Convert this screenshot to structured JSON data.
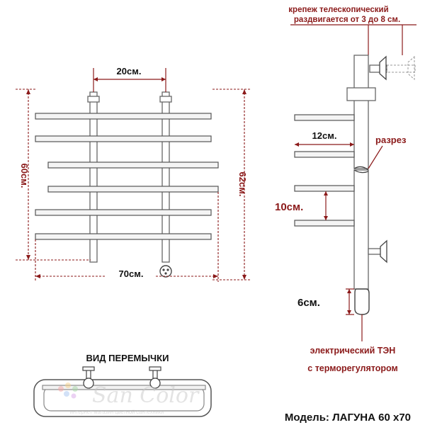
{
  "front_view": {
    "width_top": "20см.",
    "height_left": "60см.",
    "height_right": "62см.",
    "width_bottom": "70см."
  },
  "side_view": {
    "mount_note_line1": "крепеж телескопический",
    "mount_note_line2": "раздвигается от 3 до 8 см.",
    "depth": "12см.",
    "section": "разрез",
    "spacing": "10см.",
    "heater_len": "6см.",
    "heater_line1": "электрический ТЭН",
    "heater_line2": "с терморегулятором"
  },
  "jumper": {
    "title": "ВИД ПЕРЕМЫЧКИ"
  },
  "watermark": {
    "brand": "San Color",
    "tagline": "интернет магазин цветной сантехники"
  },
  "model": {
    "label": "Модель: ЛАГУНА 60 х70"
  },
  "colors": {
    "dimension": "#8b1a1a",
    "outline": "#666666",
    "text": "#111111"
  }
}
